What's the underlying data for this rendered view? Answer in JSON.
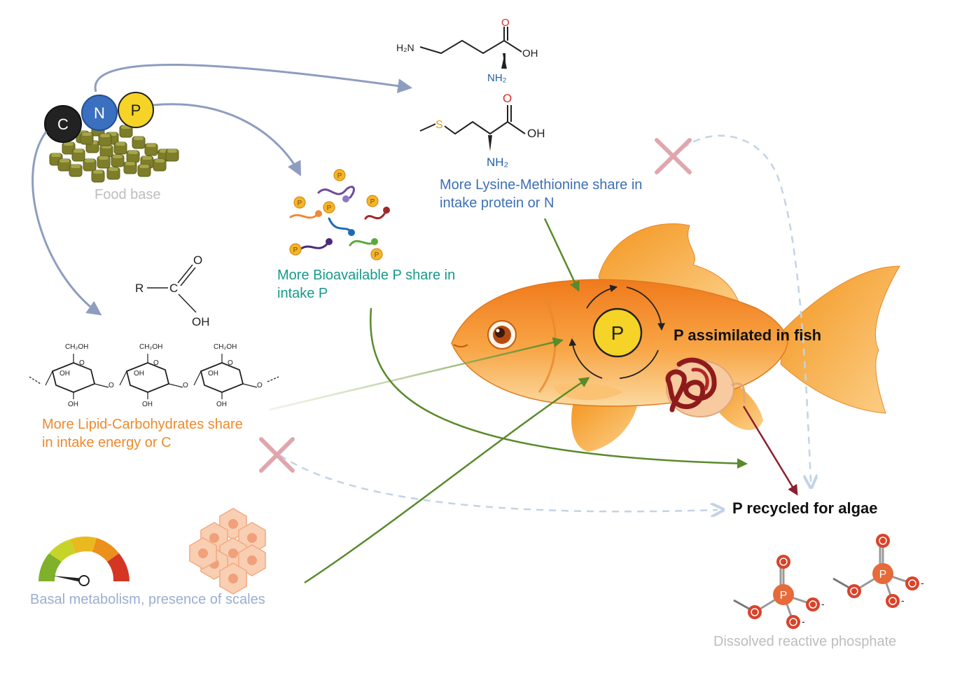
{
  "nutrients": {
    "c": "C",
    "n": "N",
    "p": "P"
  },
  "labels": {
    "food_base": "Food base",
    "bioavailable_p_1": "More Bioavailable P share in",
    "bioavailable_p_2": "intake P",
    "lys_met_1": "More Lysine-Methionine share in",
    "lys_met_2": "intake protein or N",
    "lipid_carb_1": "More Lipid-Carbohydrates share",
    "lipid_carb_2": "in intake energy or C",
    "basal": "Basal metabolism, presence of scales",
    "p_assimilated": "P assimilated in fish",
    "p_recycled": "P recycled for algae",
    "dissolved": "Dissolved reactive phosphate",
    "fish_p": "P"
  },
  "lysine": {
    "h2n": "H₂N",
    "o": "O",
    "oh": "OH",
    "nh2": "NH₂"
  },
  "methionine": {
    "s": "S",
    "o": "O",
    "oh": "OH",
    "nh2": "NH₂"
  },
  "carboxylic": {
    "r": "R",
    "c": "C",
    "o": "O",
    "oh": "OH"
  },
  "polysaccharide": {
    "ch2oh": "CH₂OH",
    "oh": "OH",
    "o": "O"
  },
  "phosphate": {
    "p": "P",
    "o": "O",
    "minus": "-"
  },
  "phosphorylated_p": "P",
  "colors": {
    "flow_arrow": "#8e9dbf",
    "green_arrow": "#5a8a2a",
    "red_arrow": "#8b1f30",
    "dashed_arrow": "#c3d3e6",
    "cross": "#e0a6ad",
    "carbon": "#222222",
    "nitrogen": "#3b6fc0",
    "phosphorus": "#f5d327",
    "pellet": "#7d7d2a",
    "fish": "#f6a13a",
    "phosphate": "#e66a3a"
  }
}
